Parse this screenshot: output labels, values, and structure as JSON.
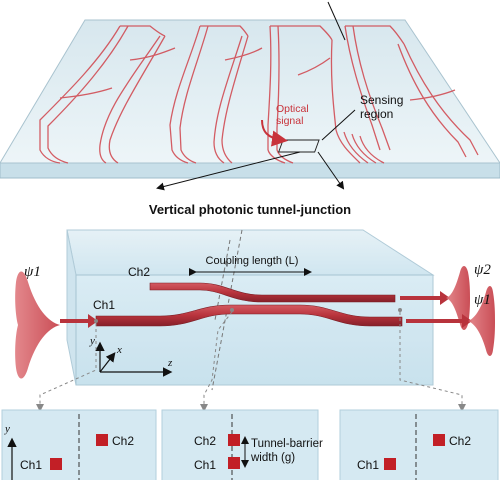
{
  "top_panel": {
    "optical_signal_label": "Optical\nsignal",
    "sensing_region_label": "Sensing\nregion"
  },
  "junction": {
    "title": "Vertical photonic tunnel-junction",
    "ch2_label": "Ch2",
    "ch1_label": "Ch1",
    "coupling_length_label": "Coupling length (L)",
    "psi1_in": "ψ1",
    "psi2_out": "ψ2",
    "psi1_out": "ψ1",
    "axis_x": "x",
    "axis_y": "y",
    "axis_z": "z"
  },
  "cross_sections": {
    "left": {
      "ch1": "Ch1",
      "ch2": "Ch2",
      "axis_y": "y"
    },
    "middle": {
      "ch1": "Ch1",
      "ch2": "Ch2",
      "barrier_label": "Tunnel-barrier\nwidth (g)"
    },
    "right": {
      "ch1": "Ch1",
      "ch2": "Ch2"
    }
  },
  "colors": {
    "waveguide": "#b8333c",
    "waveguide_dark": "#8e2129",
    "glass_top": "#dcebf2",
    "glass_edge": "#b4ccd8",
    "optical_signal_text": "#c8333b"
  }
}
